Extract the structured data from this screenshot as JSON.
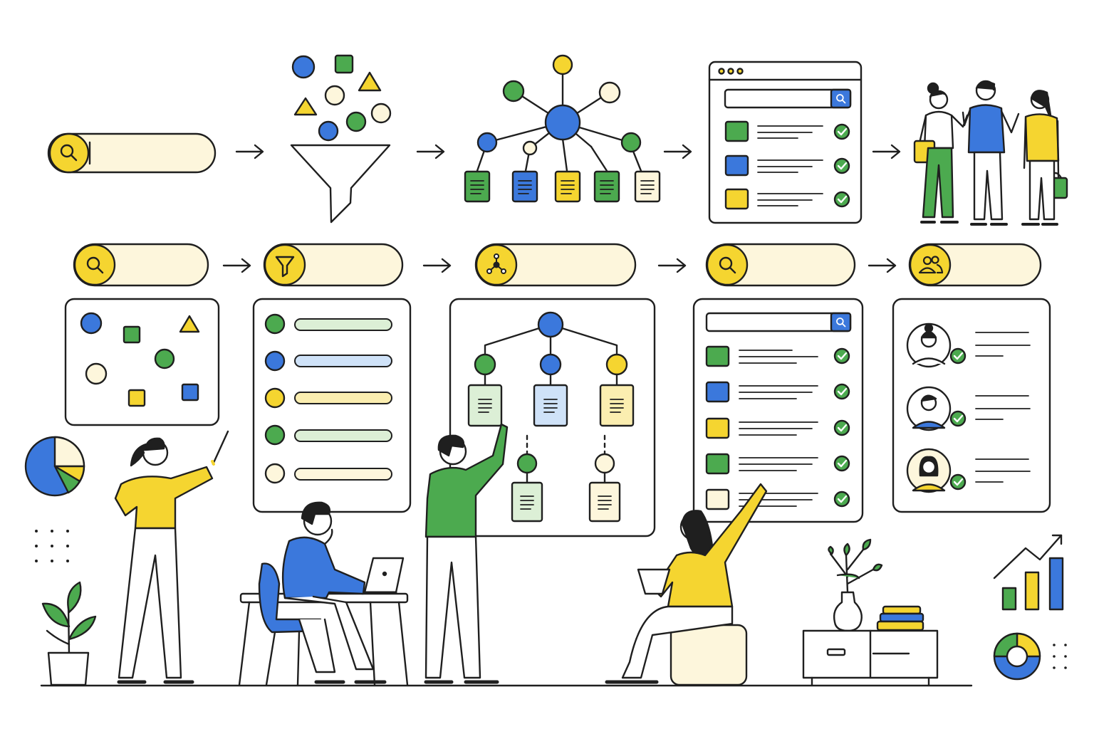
{
  "colors": {
    "outline": "#1f1f1f",
    "blue": "#3b78dc",
    "green": "#4caa4f",
    "yellow": "#f5d530",
    "cream": "#fdf6dc",
    "light_green": "#dcefd6",
    "light_blue": "#cfe2f8",
    "light_yellow": "#fbeeb0",
    "background": "#ffffff"
  },
  "top_flow": {
    "steps": [
      {
        "step": "search",
        "icon": "search-icon"
      },
      {
        "step": "filter",
        "icon": "funnel-icon"
      },
      {
        "step": "connect",
        "icon": "network-icon"
      },
      {
        "step": "results",
        "icon": "browser-window-icon"
      },
      {
        "step": "people",
        "icon": "people-group-icon"
      }
    ],
    "arrow_icon": "arrow-right-icon"
  },
  "stage_bars": [
    {
      "icon": "search-icon"
    },
    {
      "icon": "filter-icon"
    },
    {
      "icon": "network-icon"
    },
    {
      "icon": "search-icon"
    },
    {
      "icon": "users-icon"
    }
  ],
  "results_panel": {
    "verified_count": 5,
    "row_colors": [
      "green",
      "blue",
      "yellow",
      "green",
      "cream"
    ]
  },
  "profiles_panel": {
    "verified_count": 3
  },
  "chart_icons": [
    "pie-chart-icon",
    "bar-chart-icon",
    "donut-chart-icon"
  ]
}
